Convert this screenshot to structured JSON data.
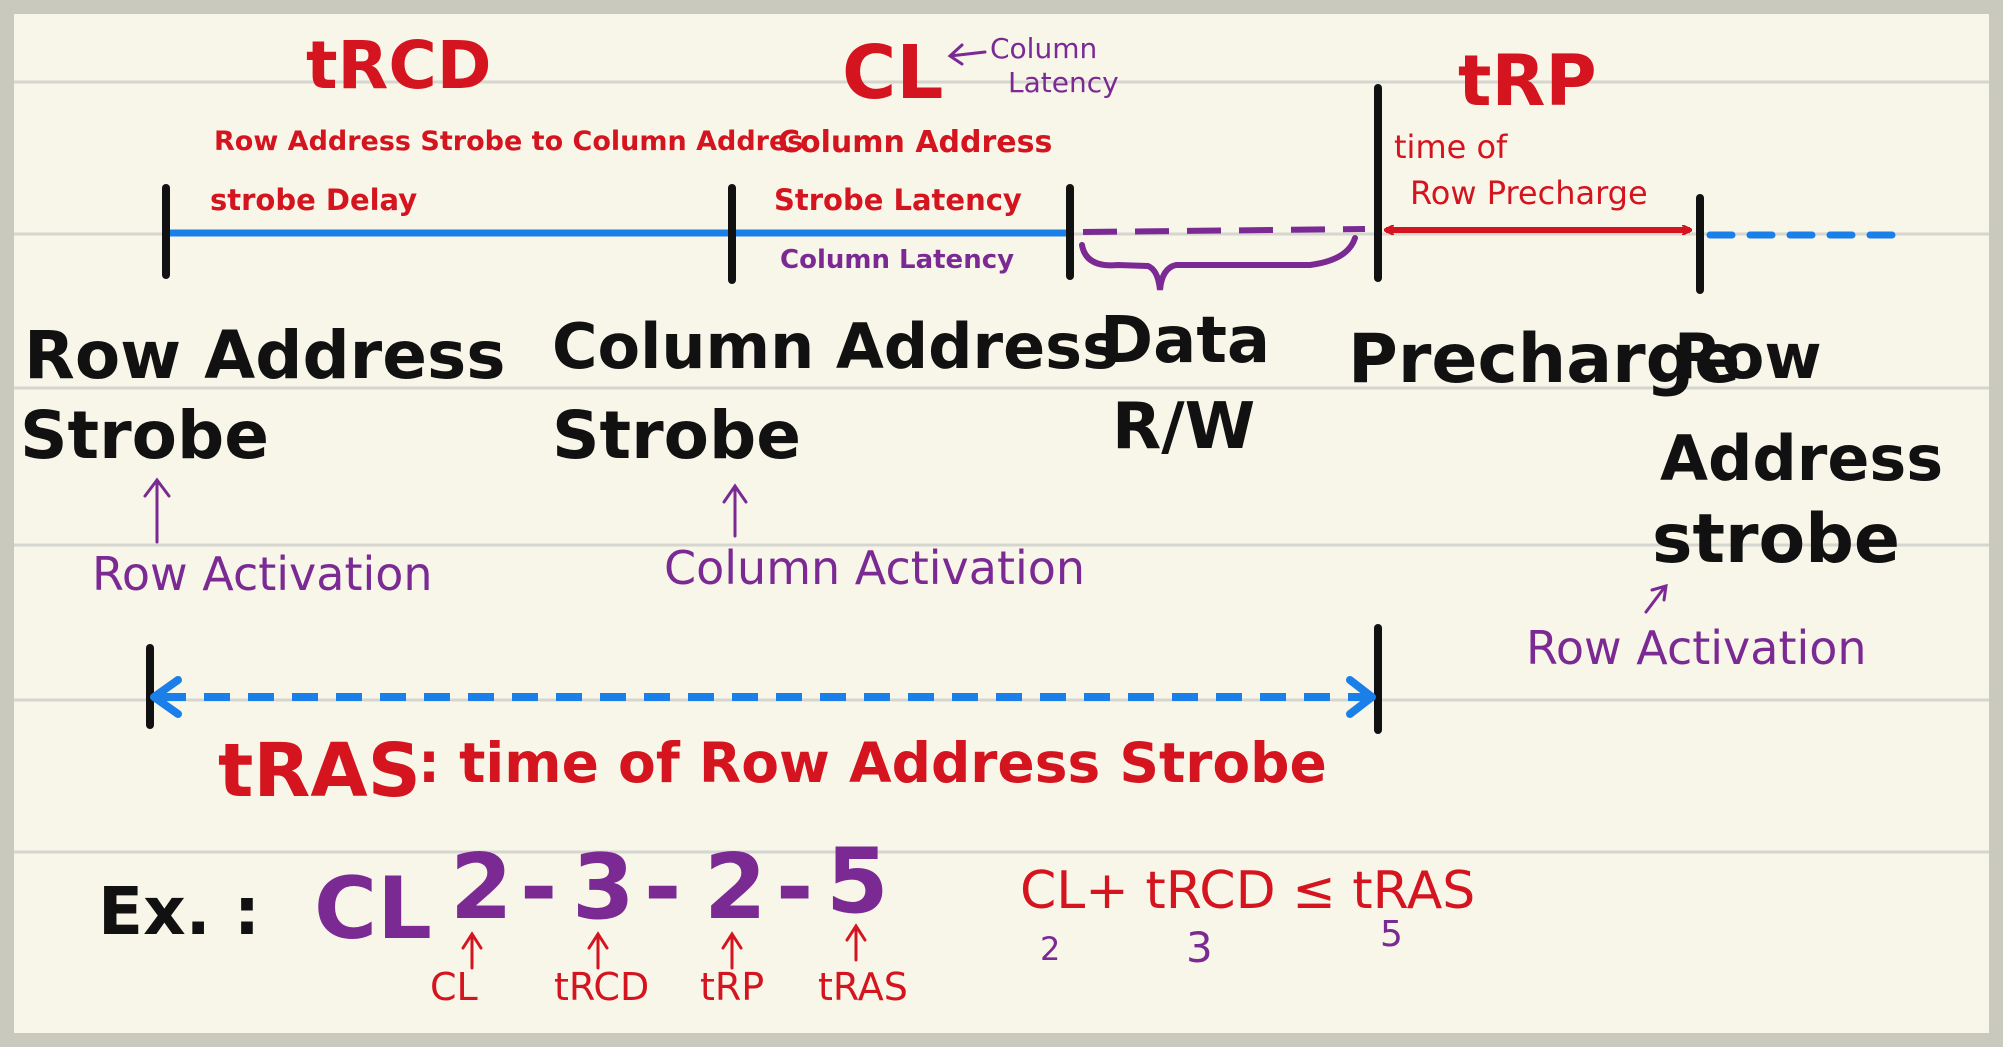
{
  "colors": {
    "background": "#f8f5e9",
    "frame": "#c9c9bd",
    "rule_lines": "#d6d6d0",
    "black": "#111111",
    "red": "#d4141e",
    "purple": "#7b2a94",
    "blue": "#1a7fe8"
  },
  "timeline": {
    "row_address_strobe": {
      "line1": "Row Address",
      "line2": "Strobe"
    },
    "column_address_strobe": {
      "line1": "Column Address",
      "line2": "Strobe"
    },
    "data_rw": {
      "line1": "Data",
      "line2": "R/W"
    },
    "precharge": "Precharge",
    "row_address_strobe_2": {
      "line1": "Row",
      "line2": "Address",
      "line3": "strobe"
    }
  },
  "activations": {
    "row": "Row Activation",
    "column": "Column Activation",
    "row_2": "Row Activation"
  },
  "trcd": {
    "title": "tRCD",
    "desc_line1": "Row Address Strobe to Column Addres",
    "desc_line2": "strobe Delay"
  },
  "cl": {
    "title": "CL",
    "note_line1": "Column",
    "note_line2": "Latency",
    "desc_line1": "Column Address",
    "desc_line2": "Strobe Latency",
    "sub": "Column Latency"
  },
  "trp": {
    "title": "tRP",
    "desc_line1": "time of",
    "desc_line2": "Row Precharge"
  },
  "tras": {
    "title": "tRAS",
    "desc": ": time of Row Address Strobe"
  },
  "example": {
    "label": "Ex. :",
    "prefix": "CL",
    "n1": "2",
    "d1": "-",
    "n2": "3",
    "d2": "-",
    "n3": "2",
    "d3": "-",
    "n4": "5",
    "labels": [
      "CL",
      "tRCD",
      "tRP",
      "tRAS"
    ],
    "formula": "CL+ tRCD ≤ tRAS",
    "vals": [
      "2",
      "3",
      "5"
    ]
  }
}
